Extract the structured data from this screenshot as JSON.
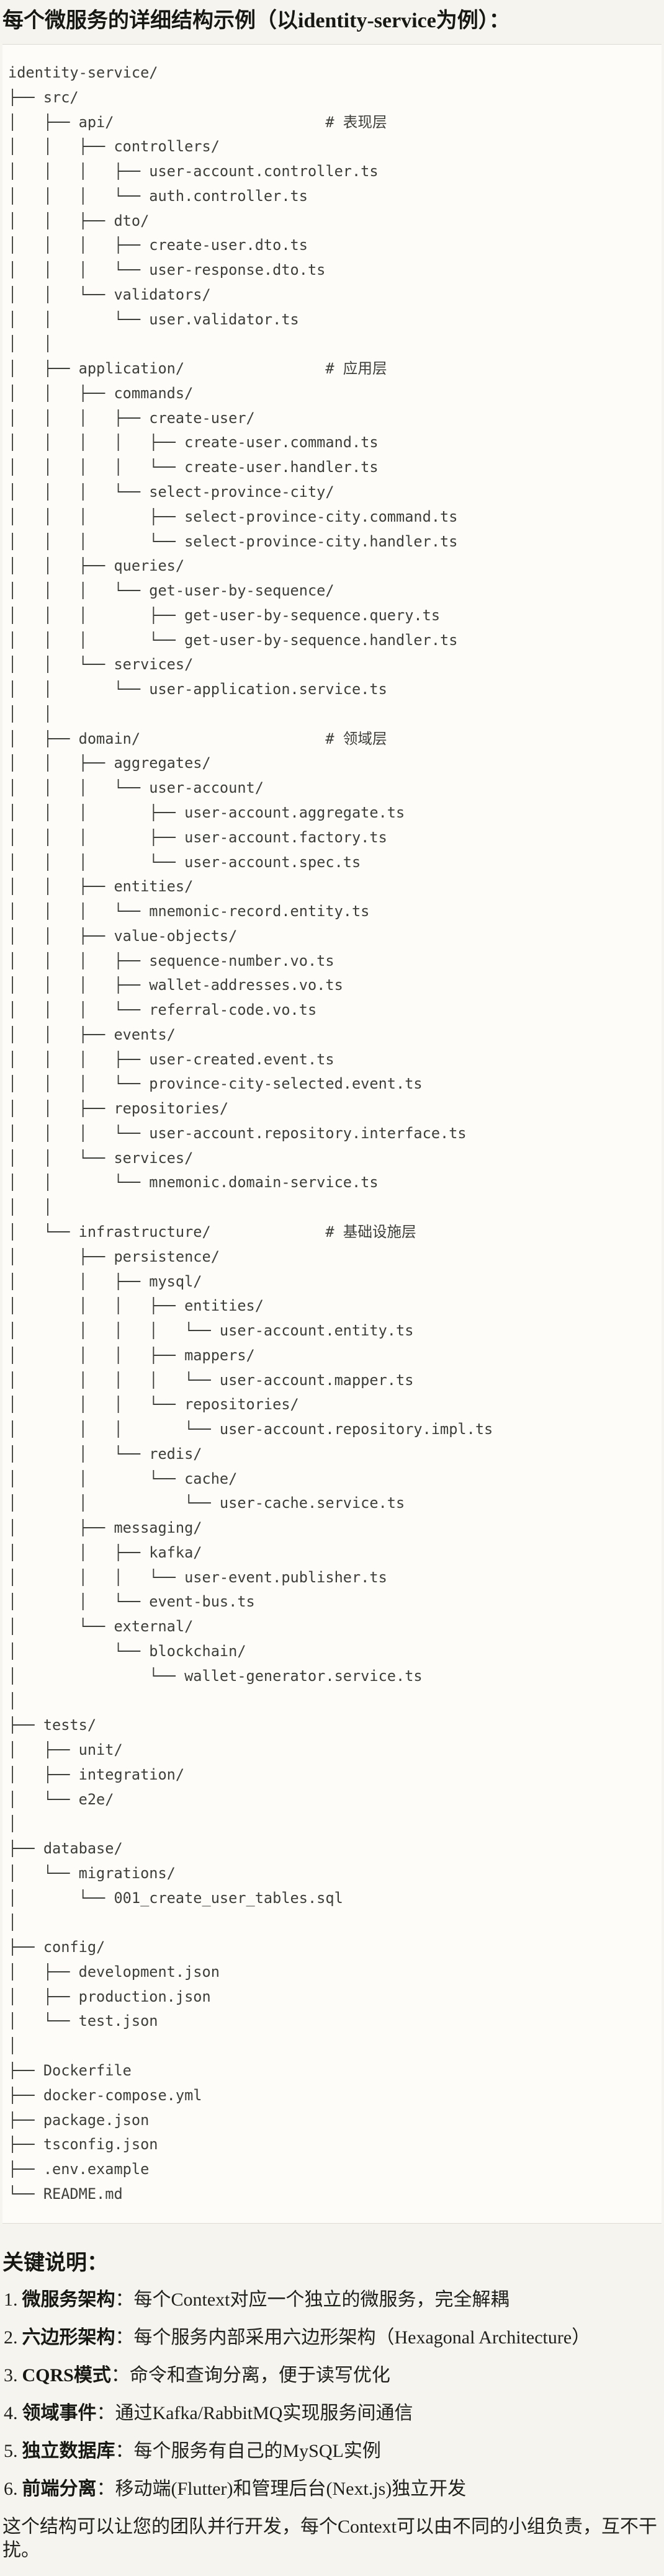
{
  "theme": {
    "page_background": "#f6f4ee",
    "code_background": "#fdfcf9",
    "code_border": "#dedbd3",
    "heading_color": "#171714",
    "code_text_color": "#3d3d3a",
    "body_text_color": "#20201d"
  },
  "heading": "每个微服务的详细结构示例（以identity-service为例）：",
  "tree": {
    "lines": [
      "identity-service/",
      "├── src/",
      "│   ├── api/                        # 表现层",
      "│   │   ├── controllers/",
      "│   │   │   ├── user-account.controller.ts",
      "│   │   │   └── auth.controller.ts",
      "│   │   ├── dto/",
      "│   │   │   ├── create-user.dto.ts",
      "│   │   │   └── user-response.dto.ts",
      "│   │   └── validators/",
      "│   │       └── user.validator.ts",
      "│   │",
      "│   ├── application/                # 应用层",
      "│   │   ├── commands/",
      "│   │   │   ├── create-user/",
      "│   │   │   │   ├── create-user.command.ts",
      "│   │   │   │   └── create-user.handler.ts",
      "│   │   │   └── select-province-city/",
      "│   │   │       ├── select-province-city.command.ts",
      "│   │   │       └── select-province-city.handler.ts",
      "│   │   ├── queries/",
      "│   │   │   └── get-user-by-sequence/",
      "│   │   │       ├── get-user-by-sequence.query.ts",
      "│   │   │       └── get-user-by-sequence.handler.ts",
      "│   │   └── services/",
      "│   │       └── user-application.service.ts",
      "│   │",
      "│   ├── domain/                     # 领域层",
      "│   │   ├── aggregates/",
      "│   │   │   └── user-account/",
      "│   │   │       ├── user-account.aggregate.ts",
      "│   │   │       ├── user-account.factory.ts",
      "│   │   │       └── user-account.spec.ts",
      "│   │   ├── entities/",
      "│   │   │   └── mnemonic-record.entity.ts",
      "│   │   ├── value-objects/",
      "│   │   │   ├── sequence-number.vo.ts",
      "│   │   │   ├── wallet-addresses.vo.ts",
      "│   │   │   └── referral-code.vo.ts",
      "│   │   ├── events/",
      "│   │   │   ├── user-created.event.ts",
      "│   │   │   └── province-city-selected.event.ts",
      "│   │   ├── repositories/",
      "│   │   │   └── user-account.repository.interface.ts",
      "│   │   └── services/",
      "│   │       └── mnemonic.domain-service.ts",
      "│   │",
      "│   └── infrastructure/             # 基础设施层",
      "│       ├── persistence/",
      "│       │   ├── mysql/",
      "│       │   │   ├── entities/",
      "│       │   │   │   └── user-account.entity.ts",
      "│       │   │   ├── mappers/",
      "│       │   │   │   └── user-account.mapper.ts",
      "│       │   │   └── repositories/",
      "│       │   │       └── user-account.repository.impl.ts",
      "│       │   └── redis/",
      "│       │       └── cache/",
      "│       │           └── user-cache.service.ts",
      "│       ├── messaging/",
      "│       │   ├── kafka/",
      "│       │   │   └── user-event.publisher.ts",
      "│       │   └── event-bus.ts",
      "│       └── external/",
      "│           └── blockchain/",
      "│               └── wallet-generator.service.ts",
      "│",
      "├── tests/",
      "│   ├── unit/",
      "│   ├── integration/",
      "│   └── e2e/",
      "│",
      "├── database/",
      "│   └── migrations/",
      "│       └── 001_create_user_tables.sql",
      "│",
      "├── config/",
      "│   ├── development.json",
      "│   ├── production.json",
      "│   └── test.json",
      "│",
      "├── Dockerfile",
      "├── docker-compose.yml",
      "├── package.json",
      "├── tsconfig.json",
      "├── .env.example",
      "└── README.md"
    ]
  },
  "notes": {
    "heading": "关键说明：",
    "items": [
      {
        "num": "1.",
        "label": "微服务架构",
        "text": "：每个Context对应一个独立的微服务，完全解耦"
      },
      {
        "num": "2.",
        "label": "六边形架构",
        "text": "：每个服务内部采用六边形架构（Hexagonal Architecture）"
      },
      {
        "num": "3.",
        "label": "CQRS模式",
        "text": "：命令和查询分离，便于读写优化"
      },
      {
        "num": "4.",
        "label": "领域事件",
        "text": "：通过Kafka/RabbitMQ实现服务间通信"
      },
      {
        "num": "5.",
        "label": "独立数据库",
        "text": "：每个服务有自己的MySQL实例"
      },
      {
        "num": "6.",
        "label": "前端分离",
        "text": "：移动端(Flutter)和管理后台(Next.js)独立开发"
      }
    ],
    "footer": "这个结构可以让您的团队并行开发，每个Context可以由不同的小组负责，互不干扰。"
  }
}
